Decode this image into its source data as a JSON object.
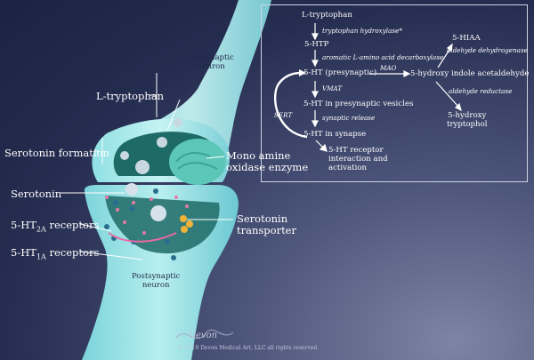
{
  "labels": {
    "l_tryptophan": "L-tryptophan",
    "serotonin_formation": "Serotonin formation",
    "serotonin": "Serotonin",
    "ht2a_prefix": "5-HT",
    "ht2a_sub": "2A",
    "ht2a_suffix": " receptors",
    "ht1a_prefix": "5-HT",
    "ht1a_sub": "1A",
    "ht1a_suffix": " receptors",
    "presynaptic": "Presynaptic\nneuron",
    "postsynaptic": "Postsynaptic\nneuron",
    "mao_enzyme": "Mono amine\noxidase enzyme",
    "transporter": "Serotonin\ntransporter"
  },
  "pathway": {
    "step1": "L-tryptophan",
    "enzyme1": "tryptophan hydroxylase*",
    "step2": "5-HTP",
    "enzyme2": "aromatic L-amino acid decarboxylase",
    "step3": "5-HT (presynaptic)",
    "enzyme_mao": "MAO",
    "step_aldehyde": "5-hydroxy indole acetaldehyde",
    "enzyme_dehydrogenase": "aldehyde dehydrogenase",
    "step_hiaa": "5-HIAA",
    "enzyme_reductase": "aldehyde reductase",
    "step_tryptophol": "5-hydroxy\ntryptophol",
    "enzyme3": "VMAT",
    "step4": "5-HT in presynaptic vesicles",
    "enzyme4": "synaptic release",
    "step5": "5-HT in synapse",
    "sert": "SERT",
    "step6": "5-HT receptor\ninteraction and\nactivation"
  },
  "signature": "Devon",
  "copyright": "© 2019 Devon Medical Art, LLC all rights reserved"
}
